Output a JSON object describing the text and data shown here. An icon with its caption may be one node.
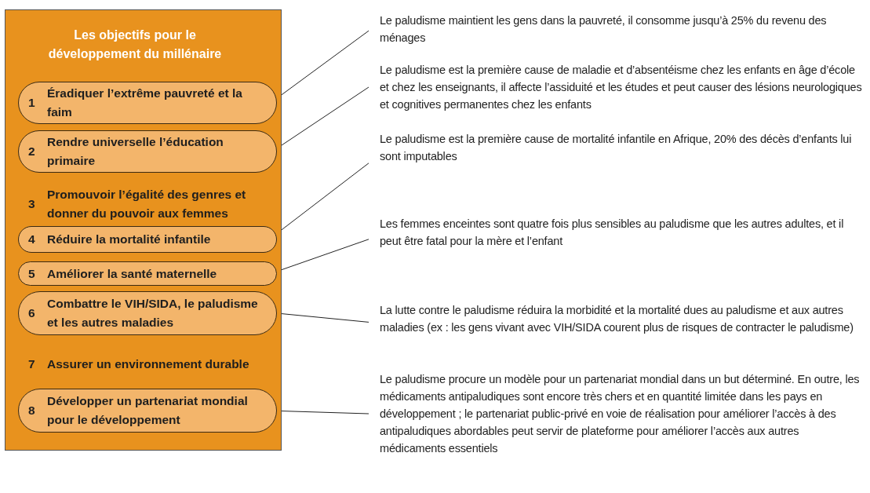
{
  "diagram": {
    "nodes": [
      {
        "text": [
          "Les objectifs pour le développement du millénaire"
        ]
      },
      {
        "text": [
          "1",
          "Éradiquer l’extrême pauvreté et la faim"
        ],
        "in": 0
      },
      {
        "text": [
          "2",
          "Rendre universelle l’éducation primaire"
        ],
        "in": 0
      },
      {
        "text": [
          "4",
          "Réduire la mortalité infantile"
        ],
        "in": 0
      },
      {
        "text": [
          "5",
          "Améliorer la santé maternelle"
        ],
        "in": 0
      },
      {
        "text": [
          "6",
          "Combattre le VIH/SIDA, le paludisme et les autres maladies"
        ],
        "in": 0
      },
      {
        "text": [
          "8",
          "Développer un partenariat mondial pour le développement"
        ],
        "in": 0
      },
      {
        "text": [
          "Le paludisme maintient les gens dans la pauvreté, il consomme jusqu’à 25% du revenu des ménages"
        ]
      },
      {
        "text": [
          "Le paludisme est la première cause de maladie et d’absentéisme chez les enfants en âge d’école et chez les enseignants, il affecte l’assiduité et les études et peut causer des lésions neurologiques et cognitives permanentes chez les enfants"
        ]
      },
      {
        "text": [
          "Le paludisme est la première cause de mortalité infantile en Afrique, 20% des décès d’enfants lui sont imputables"
        ]
      },
      {
        "text": [
          "Les femmes enceintes sont quatre fois plus sensibles au paludisme que les autres adultes, et il peut être fatal pour la mère et l’enfant"
        ]
      },
      {
        "text": [
          "La lutte contre le paludisme réduira la morbidité et la mortalité dues au paludisme et aux autres maladies (ex : les gens vivant avec VIH/SIDA courent plus de risques de contracter le paludisme)"
        ]
      },
      {
        "text": [
          "Le paludisme procure un modèle pour un partenariat mondial dans un but déterminé. En outre, les médicaments antipaludiques sont encore très chers et en quantité limitée dans les pays en développement ; le partenariat public-privé en voie de réalisation pour améliorer l’accès à des antipaludiques abordables peut servir de plateforme pour améliorer l’accès aux autres médicaments essentiels"
        ]
      }
    ],
    "edges": [
      {
        "from": 1,
        "to": 7,
        "arrow": "none"
      },
      {
        "from": 2,
        "to": 8,
        "arrow": "none"
      },
      {
        "from": 3,
        "to": 9,
        "arrow": "none"
      },
      {
        "from": 4,
        "to": 10,
        "arrow": "none"
      },
      {
        "from": 5,
        "to": 11,
        "arrow": "none"
      },
      {
        "from": 6,
        "to": 12,
        "arrow": "none"
      }
    ],
    "labels": [
      "3",
      "Promouvoir l’égalité des genres et donner du pouvoir aux femmes",
      "7",
      "Assurer un environnement durable"
    ]
  }
}
